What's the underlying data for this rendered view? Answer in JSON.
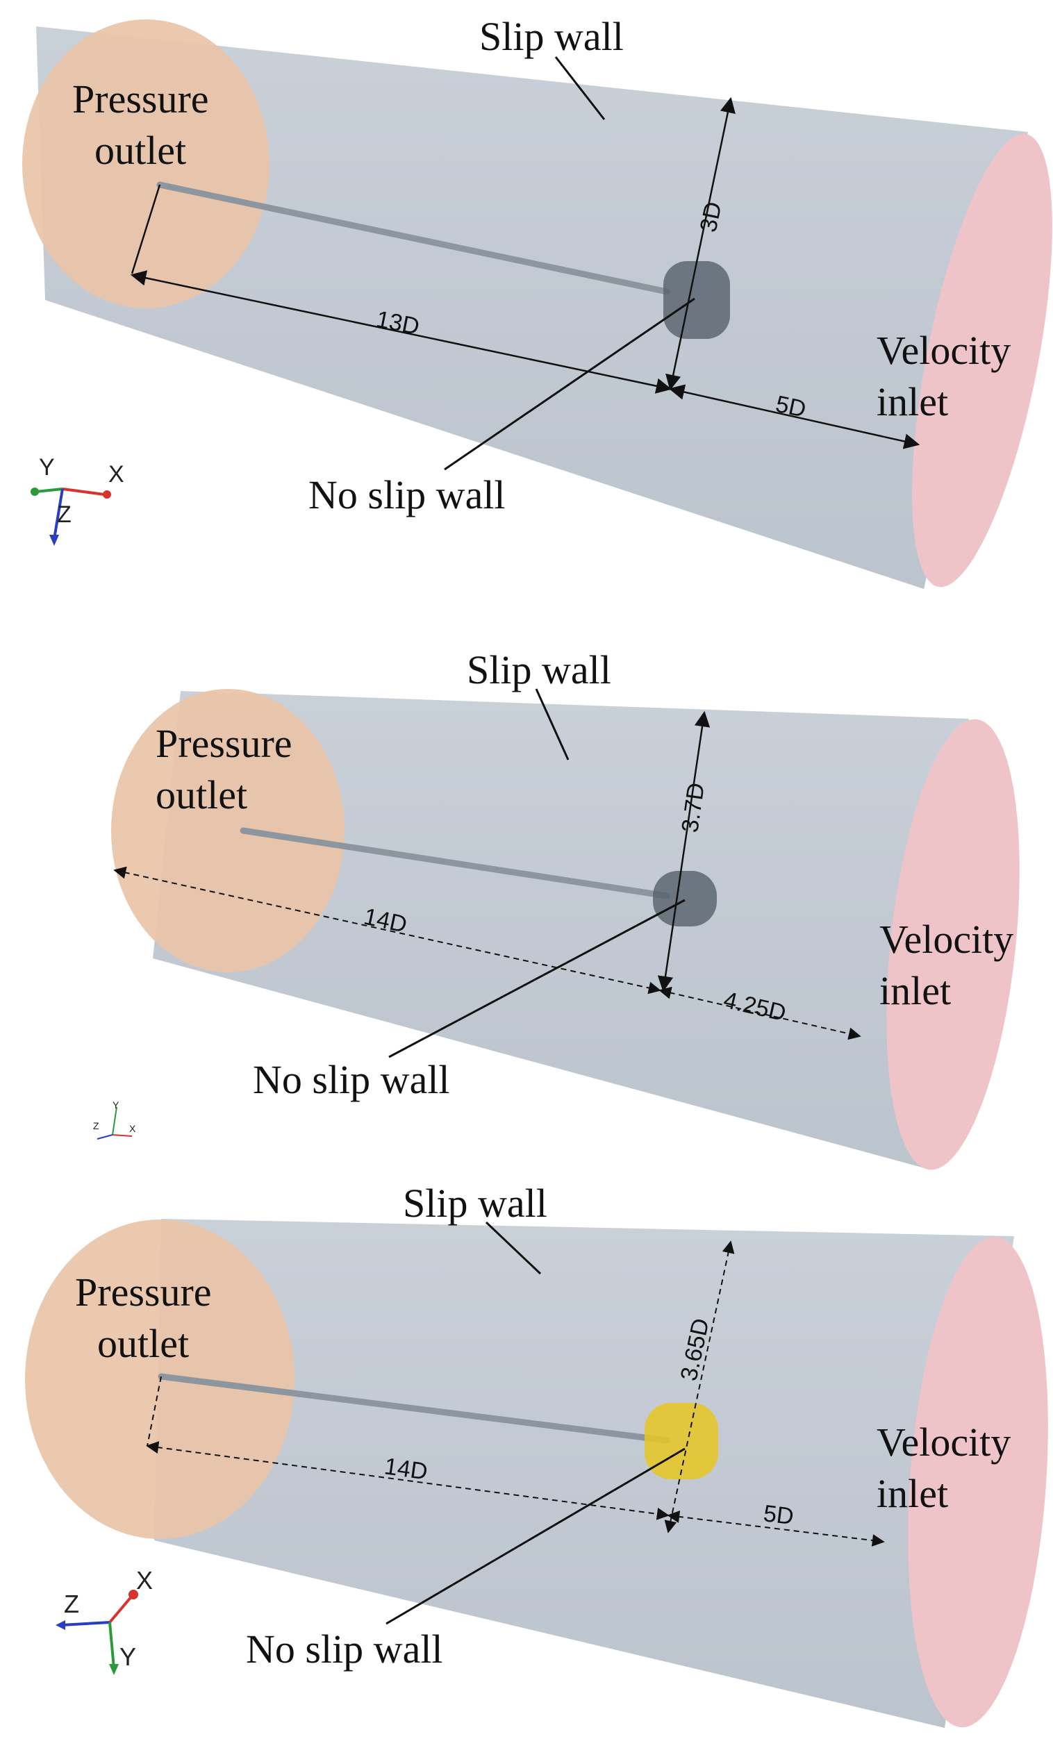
{
  "panels": [
    {
      "id": "panel-1",
      "labels": {
        "slip_wall": "Slip wall",
        "pressure_outlet": [
          "Pressure",
          "outlet"
        ],
        "velocity_inlet": [
          "Velocity",
          "inlet"
        ],
        "no_slip_wall": "No slip wall"
      },
      "dims": {
        "radial": "3D",
        "downstream": "13D",
        "upstream": "5D"
      },
      "axis_labels": [
        "Y",
        "X",
        "Z"
      ],
      "body_color": "#56606c"
    },
    {
      "id": "panel-2",
      "labels": {
        "slip_wall": "Slip wall",
        "pressure_outlet": [
          "Pressure",
          "outlet"
        ],
        "velocity_inlet": [
          "Velocity",
          "inlet"
        ],
        "no_slip_wall": "No slip wall"
      },
      "dims": {
        "radial": "3.7D",
        "downstream": "14D",
        "upstream": "4.25D"
      },
      "axis_labels": [
        "Y",
        "Z",
        "X"
      ],
      "body_color": "#56606c"
    },
    {
      "id": "panel-3",
      "labels": {
        "slip_wall": "Slip wall",
        "pressure_outlet": [
          "Pressure",
          "outlet"
        ],
        "velocity_inlet": [
          "Velocity",
          "inlet"
        ],
        "no_slip_wall": "No slip wall"
      },
      "dims": {
        "radial": "3.65D",
        "downstream": "14D",
        "upstream": "5D"
      },
      "axis_labels": [
        "Z",
        "X",
        "Y"
      ],
      "body_color": "#e8c622"
    }
  ],
  "colors": {
    "domain_fill": "#c6cdd5",
    "outlet_fill": "#e9c4a8",
    "inlet_fill": "#efc4c8",
    "axis_x": "#d8322c",
    "axis_y": "#2a9a3a",
    "axis_z": "#2a3fc0"
  }
}
